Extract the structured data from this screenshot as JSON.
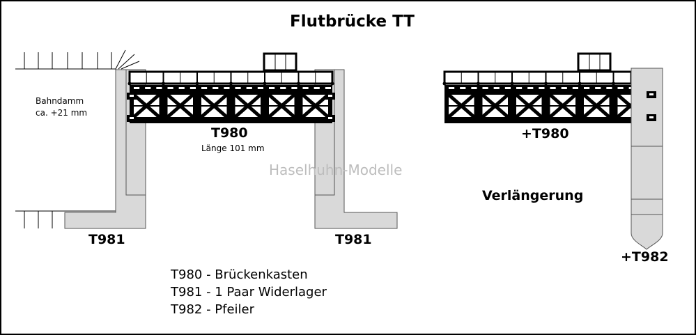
{
  "title": "Flutbrücke TT",
  "watermark": "Haselhuhn-Modelle",
  "embankment": {
    "line1": "Bahndamm",
    "line2": "ca. +21 mm"
  },
  "left_assembly": {
    "box_code": "T980",
    "box_length": "Länge 101 mm",
    "abutment_left": "T981",
    "abutment_right": "T981"
  },
  "right_assembly": {
    "box_code": "+T980",
    "heading": "Verlängerung",
    "pier_code": "+T982"
  },
  "legend": [
    "T980 - Brückenkasten",
    "T981 - 1 Paar Widerlager",
    "T982 - Pfeiler"
  ],
  "colors": {
    "abutment_fill": "#d9d9d9",
    "truss": "#000000",
    "border": "#000000",
    "watermark": "#bdbdbd"
  }
}
